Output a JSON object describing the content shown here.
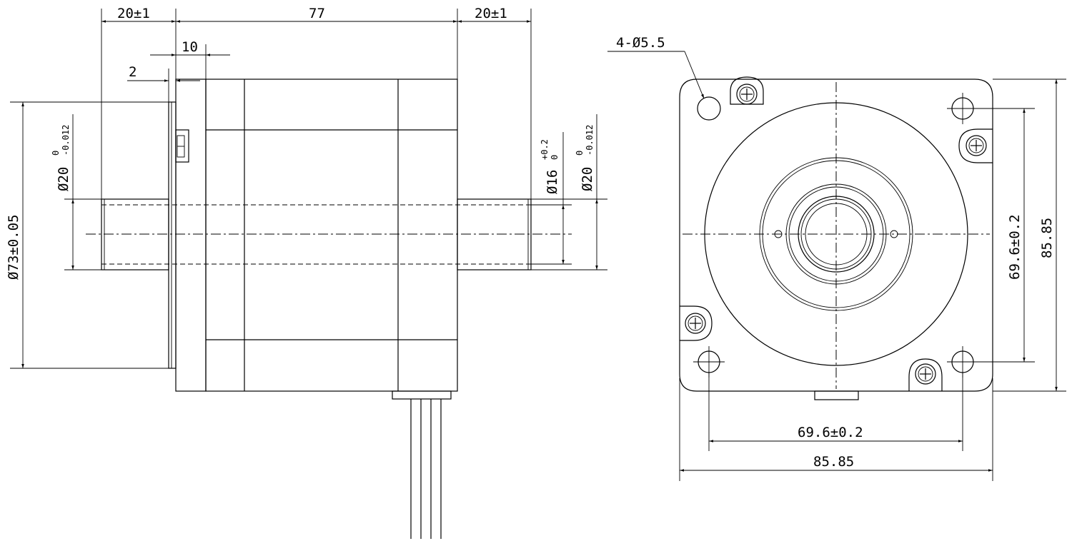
{
  "side_view": {
    "dim_front_shaft": "20±1",
    "dim_body_length": "77",
    "dim_rear_shaft": "20±1",
    "dim_flange": "10",
    "dim_boss": "2",
    "dim_boss_diameter": "Ø73±0.05",
    "dim_front_shaft_diameter_main": "Ø20",
    "dim_front_shaft_diameter_tol_upper": "0",
    "dim_front_shaft_diameter_tol_lower": "-0.012",
    "dim_flat_main": "Ø16",
    "dim_flat_tol_upper": "+0.2",
    "dim_flat_tol_lower": "0",
    "dim_rear_shaft_diameter_main": "Ø20",
    "dim_rear_shaft_diameter_tol_upper": "0",
    "dim_rear_shaft_diameter_tol_lower": "-0.012"
  },
  "front_view": {
    "dim_holes": "4-Ø5.5",
    "dim_hole_pitch_horizontal": "69.6±0.2",
    "dim_body_width": "85.85",
    "dim_hole_pitch_vertical": "69.6±0.2",
    "dim_body_height": "85.85"
  }
}
